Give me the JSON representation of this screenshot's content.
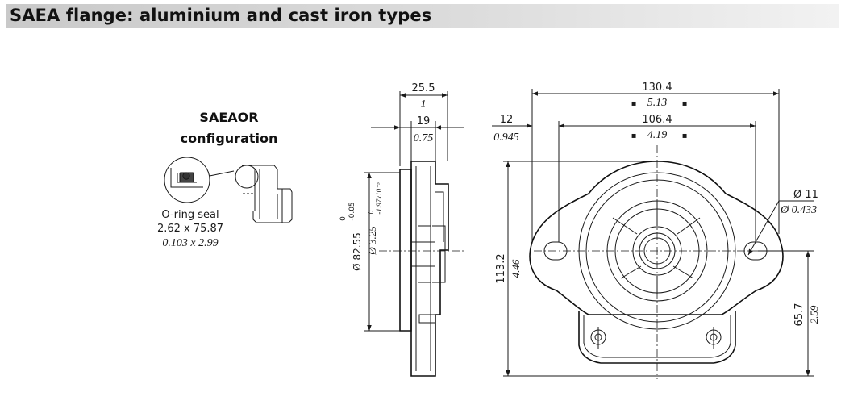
{
  "header": {
    "title": "SAEA flange: aluminium and cast iron types"
  },
  "config": {
    "line1": "SAEAOR",
    "line2": "configuration"
  },
  "seal": {
    "label": "O-ring seal",
    "size_mm": "2.62 x 75.87",
    "size_in": "0.103 x 2.99"
  },
  "side_view": {
    "width_total_mm": "25.5",
    "width_total_in": "1",
    "width_flange_mm": "19",
    "width_flange_in": "0.75",
    "pilot_dia_mm": "Ø 82.55",
    "pilot_tol_mm_upper": "0",
    "pilot_tol_mm_lower": "-0.05",
    "pilot_dia_in": "Ø 3.25",
    "pilot_tol_in_upper": "0",
    "pilot_tol_in_lower": "-1.97x10⁻³"
  },
  "front_view": {
    "overall_width_mm": "130.4",
    "overall_width_in": "5.13",
    "hole_spacing_mm": "106.4",
    "hole_spacing_in": "4.19",
    "edge_offset_mm": "12",
    "edge_offset_in": "0.945",
    "hole_dia_mm": "Ø 11",
    "hole_dia_in": "Ø 0.433",
    "height_mm": "113.2",
    "height_in": "4.46",
    "center_height_mm": "65.7",
    "center_height_in": "2.59"
  }
}
